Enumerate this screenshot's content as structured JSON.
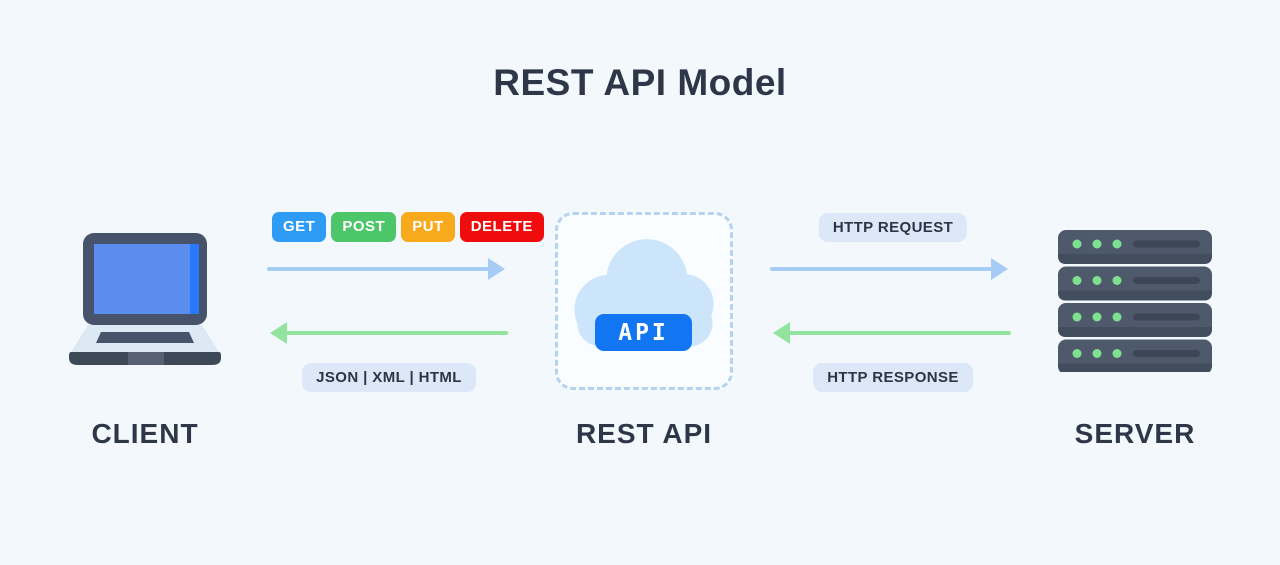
{
  "title": "REST API Model",
  "nodes": {
    "client": {
      "label": "CLIENT"
    },
    "rest_api": {
      "label": "REST API",
      "api_chip": "API"
    },
    "server": {
      "label": "SERVER"
    }
  },
  "client_to_api": {
    "methods": [
      {
        "label": "GET",
        "color": "#2E9CF4"
      },
      {
        "label": "POST",
        "color": "#4DC669"
      },
      {
        "label": "PUT",
        "color": "#F9A91C"
      },
      {
        "label": "DELETE",
        "color": "#F00C0C"
      }
    ],
    "response_formats": "JSON | XML | HTML"
  },
  "api_to_server": {
    "request_label": "HTTP REQUEST",
    "response_label": "HTTP RESPONSE"
  },
  "colors": {
    "background": "#F3F8FD",
    "heading_text": "#2D3748",
    "request_arrow": "#A6CCF6",
    "response_arrow": "#92E39E",
    "label_pill_bg": "#DCE8F8",
    "api_chip_bg": "#1276F3",
    "cloud": "#CDE5FA",
    "dashed_border": "#B5D3F0",
    "server_body": "#4E5A6B",
    "server_led": "#7DE18F"
  }
}
